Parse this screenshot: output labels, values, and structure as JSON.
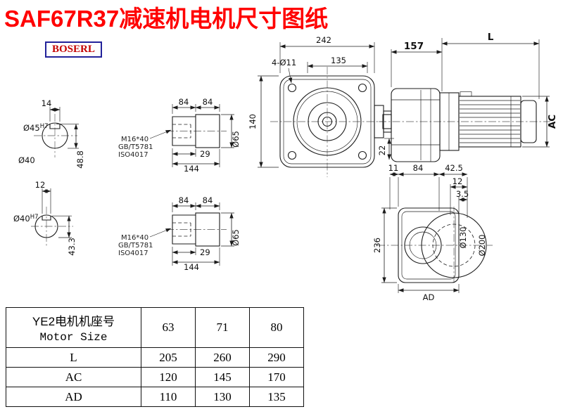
{
  "title": "SAF67R37减速机电机尺寸图纸",
  "logo": "BOSERL",
  "drawing": {
    "shaft_end_45": {
      "width": "14",
      "dia": "Ø45",
      "dia_tol": "H7",
      "height": "48.8",
      "below_label": "Ø40"
    },
    "shaft_end_40": {
      "width": "12",
      "dia": "Ø40",
      "dia_tol": "H7",
      "height": "43.3"
    },
    "shaft_detail_top": {
      "len_a": "84",
      "len_b": "84",
      "len_c": "29",
      "len_total": "144",
      "dia": "Ø65",
      "bolt": "M16*40",
      "std1": "GB/T5781",
      "std2": "ISO4017"
    },
    "shaft_detail_bottom": {
      "len_a": "84",
      "len_b": "84",
      "len_c": "29",
      "len_total": "144",
      "dia": "Ø65",
      "bolt": "M16*40",
      "std1": "GB/T5781",
      "std2": "ISO4017"
    },
    "front_view": {
      "width": "242",
      "bolt_span": "135",
      "bolt_holes": "4-Ø11",
      "height": "140",
      "shaft_len": "22"
    },
    "side_view": {
      "len_gear": "157",
      "len_motor": "L",
      "motor_height": "AC"
    },
    "output_view": {
      "d1": "11",
      "d2": "84",
      "d3": "42.5",
      "d4": "12",
      "d5": "3.5",
      "height": "236",
      "bolt_circle": "Ø130",
      "flange": "Ø200",
      "width_label": "AD"
    }
  },
  "table": {
    "header_cn": "YE2电机机座号",
    "header_en": "Motor Size",
    "sizes": [
      "63",
      "71",
      "80"
    ],
    "rows": [
      {
        "label": "L",
        "values": [
          "205",
          "260",
          "290"
        ]
      },
      {
        "label": "AC",
        "values": [
          "120",
          "145",
          "170"
        ]
      },
      {
        "label": "AD",
        "values": [
          "110",
          "130",
          "135"
        ]
      }
    ]
  }
}
